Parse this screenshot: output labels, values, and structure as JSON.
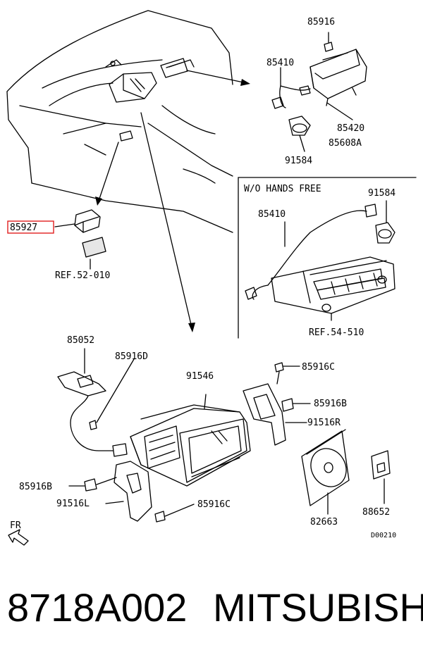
{
  "diagram": {
    "drawing_id": "D00210",
    "direction_marker": "FR",
    "inset_title": "W/O HANDS FREE",
    "parts": {
      "p85916_top": "85916",
      "p85410_top": "85410",
      "p85420": "85420",
      "p85608A": "85608A",
      "p91584_top": "91584",
      "p85927": "85927",
      "ref52": "REF.52-010",
      "p91584_inset": "91584",
      "p85410_inset": "85410",
      "ref54": "REF.54-510",
      "p85052": "85052",
      "p85916D": "85916D",
      "p91546": "91546",
      "p85916C_top": "85916C",
      "p85916B_right": "85916B",
      "p91516R": "91516R",
      "p85916B_left": "85916B",
      "p91516L": "91516L",
      "p85916C_bottom": "85916C",
      "p82663": "82663",
      "p88652": "88652"
    },
    "highlight_color": "#e02020"
  },
  "caption": {
    "part_number": "8718A002",
    "brand": "MITSUBISHI"
  }
}
